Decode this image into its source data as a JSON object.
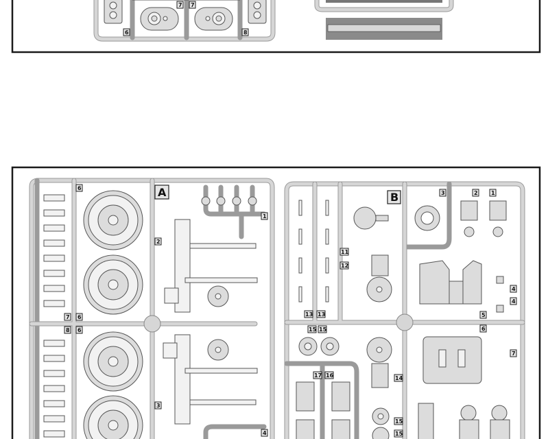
{
  "top_sheet": {
    "part_numbers": [
      "6",
      "7",
      "7",
      "8"
    ]
  },
  "sprue_a": {
    "letter": "A",
    "part_numbers": {
      "p6a": "6",
      "p2": "2",
      "p1": "1",
      "p7": "7",
      "p6b": "6",
      "p8": "8",
      "p6c": "6",
      "p3": "3",
      "p4": "4"
    }
  },
  "sprue_b": {
    "letter": "B",
    "part_numbers": {
      "p3": "3",
      "p2": "2",
      "p1": "1",
      "p11": "11",
      "p12": "12",
      "p13a": "13",
      "p13b": "13",
      "p4a": "4",
      "p4b": "4",
      "p5": "5",
      "p6": "6",
      "p15a": "15",
      "p15b": "15",
      "p7": "7",
      "p17": "17",
      "p16": "16",
      "p14": "14",
      "p15c": "15",
      "p15d": "15"
    }
  }
}
